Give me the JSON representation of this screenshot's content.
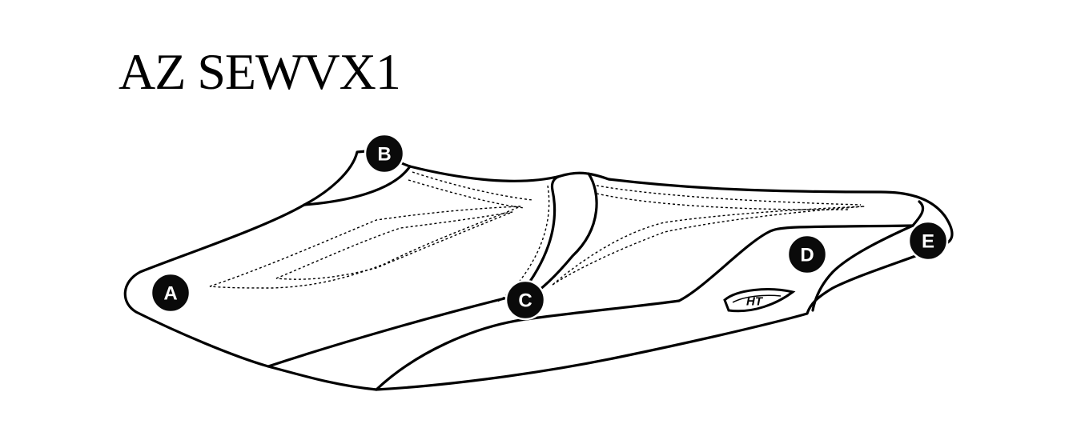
{
  "title": "AZ SEWVX1",
  "labels": {
    "a": "A",
    "b": "B",
    "c": "C",
    "d": "D",
    "e": "E"
  },
  "logo": {
    "icon": "ht-logo-icon",
    "text": "HT"
  },
  "colors": {
    "stroke": "#000000",
    "badge_fill": "#0a0a0a",
    "badge_text": "#ffffff",
    "background": "#ffffff"
  }
}
